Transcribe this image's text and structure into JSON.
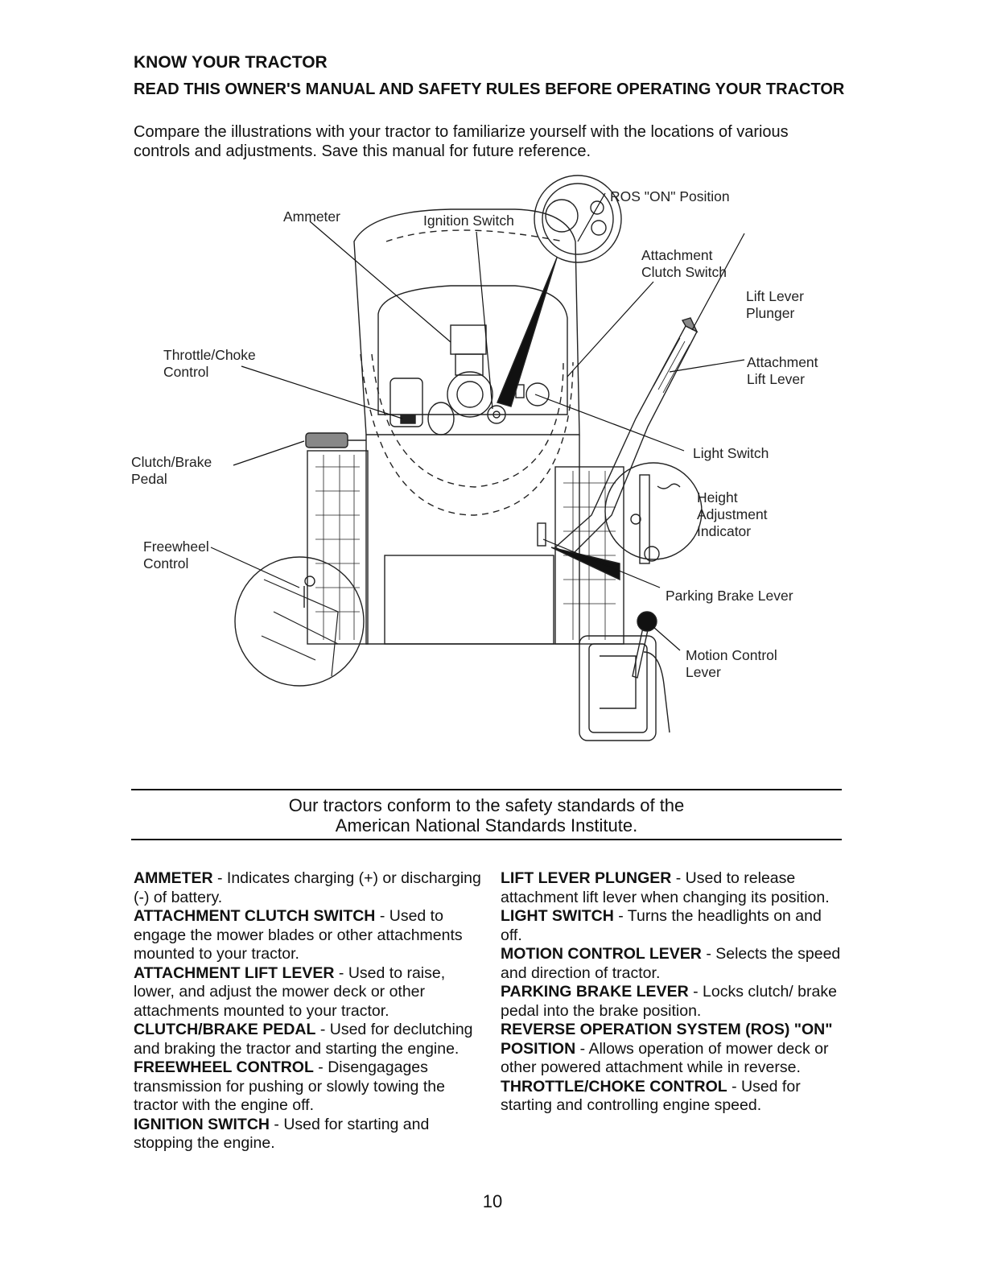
{
  "header": {
    "title": "KNOW YOUR TRACTOR",
    "subtitle": "READ THIS OWNER'S MANUAL AND SAFETY RULES BEFORE OPERATING YOUR TRACTOR",
    "intro": "Compare the illustrations with your tractor to familiarize yourself with the locations of various controls and adjustments.  Save this manual for future reference."
  },
  "diagram": {
    "labels": {
      "ros_line1": "ROS \"ON\" Position",
      "ignition": "Ignition Switch",
      "attach_clutch_1": "Attachment",
      "attach_clutch_2": "Clutch Switch",
      "ammeter": "Ammeter",
      "lift_plunger_1": "Lift Lever",
      "lift_plunger_2": "Plunger",
      "throttle_1": "Throttle/Choke",
      "throttle_2": "Control",
      "attach_lift_1": "Attachment",
      "attach_lift_2": "Lift Lever",
      "clutch_1": "Clutch/Brake",
      "clutch_2": "Pedal",
      "light": "Light Switch",
      "height_1": "Height",
      "height_2": "Adjustment",
      "height_3": "Indicator",
      "freewheel_1": "Freewheel",
      "freewheel_2": "Control",
      "parking": "Parking Brake Lever",
      "motion_1": "Motion Control",
      "motion_2": "Lever"
    }
  },
  "standards": {
    "line1": "Our tractors conform to the safety standards of the",
    "line2": "American National Standards Institute."
  },
  "definitions": {
    "left": [
      {
        "term": "AMMETER",
        "text": " - Indicates charging (+) or discharging (-) of battery."
      },
      {
        "term": "ATTACHMENT CLUTCH SWITCH",
        "text": " - Used to engage the mower blades or other attachments mounted to your tractor."
      },
      {
        "term": "ATTACHMENT LIFT LEVER",
        "text": " - Used to raise, lower, and adjust the mower deck or other attachments mounted to your tractor."
      },
      {
        "term": "CLUTCH/BRAKE PEDAL",
        "text": " - Used for declutching and braking the tractor and starting the engine."
      },
      {
        "term": "FREEWHEEL CONTROL",
        "text": " - Disengagages transmission for pushing or slowly towing the tractor with the engine off."
      },
      {
        "term": "IGNITION SWITCH",
        "text": " - Used for starting and stopping the engine."
      }
    ],
    "right": [
      {
        "term": "LIFT LEVER PLUNGER",
        "text": " - Used to release attachment lift lever when changing its position."
      },
      {
        "term": "LIGHT SWITCH",
        "text": " - Turns the headlights on and off."
      },
      {
        "term": "MOTION CONTROL LEVER",
        "text": " - Selects the speed and direction of tractor."
      },
      {
        "term": "PARKING BRAKE LEVER",
        "text": " - Locks clutch/ brake pedal into the brake position."
      },
      {
        "term": "REVERSE OPERATION SYSTEM (ROS) \"ON\" POSITION",
        "text": " - Allows operation of mower deck or other powered attachment while in reverse."
      },
      {
        "term": "THROTTLE/CHOKE CONTROL",
        "text": " -  Used for starting and controlling engine speed."
      }
    ]
  },
  "footer": {
    "page_number": "10"
  }
}
